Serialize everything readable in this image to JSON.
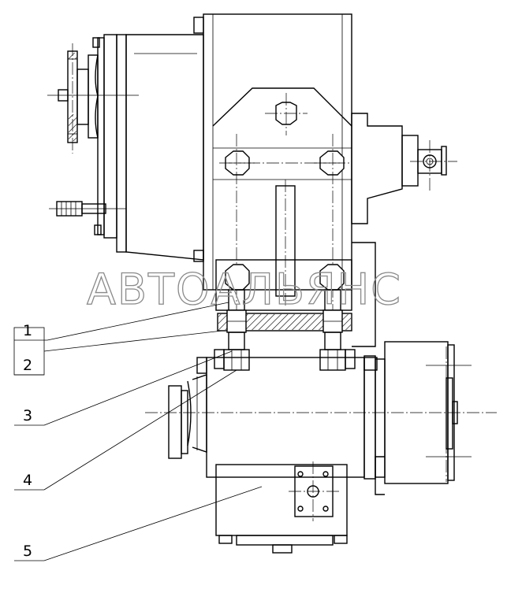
{
  "watermark": "АВТОАЛЬЯНС",
  "callouts": [
    "1",
    "2",
    "3",
    "4",
    "5"
  ],
  "colors": {
    "line": "#000000",
    "background": "#ffffff",
    "watermark": "#8a8a8a",
    "gasket_hatch": "#000000"
  }
}
